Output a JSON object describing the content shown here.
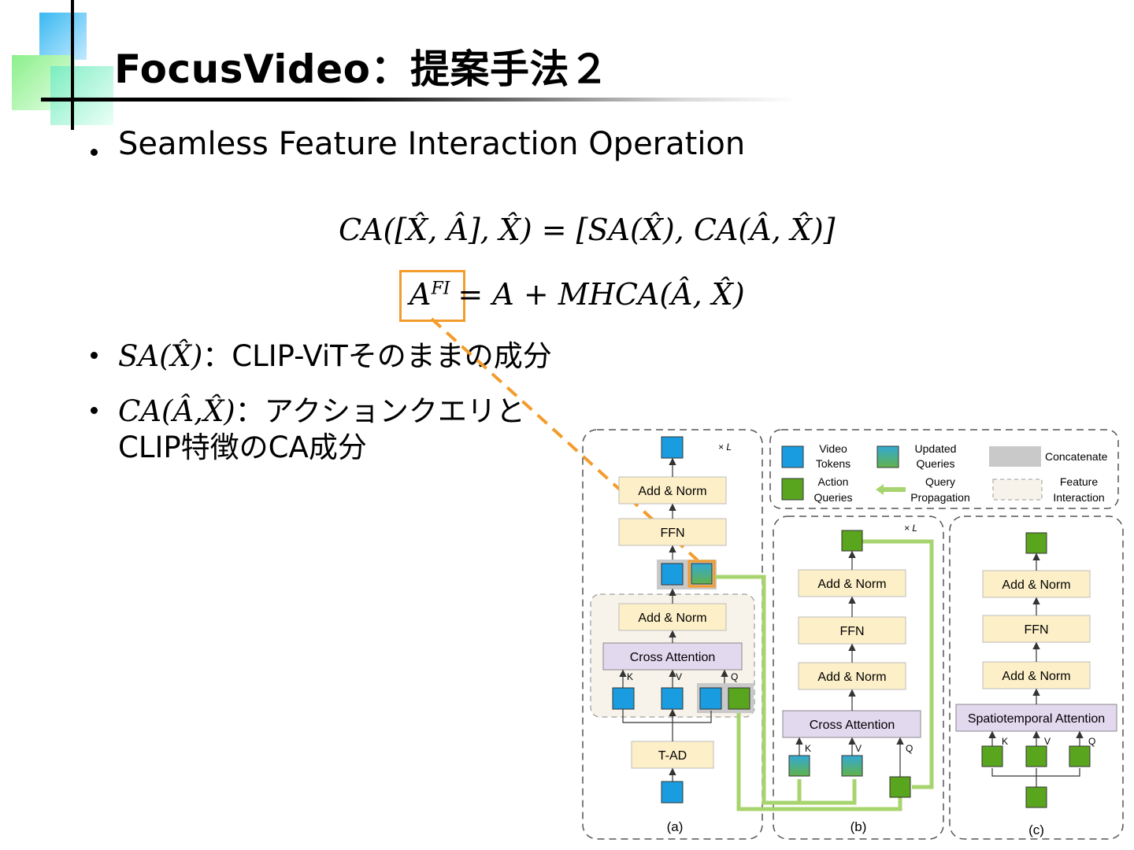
{
  "slide": {
    "title": "FocusVideo：提案手法２",
    "bullet1": "Seamless Feature Interaction Operation",
    "eq1": "CA([X̂, Â], X̂) = [SA(X̂), CA(Â, X̂)]",
    "eq2_lhs": "A",
    "eq2_sup": "FI",
    "eq2_rhs": "= A + MHCA(Â, X̂)",
    "bullet2_math": "SA(X̂)",
    "bullet2_text": "：CLIP-ViTそのままの成分",
    "bullet3_math": "CA(Â,X̂)",
    "bullet3_text": "：アクションクエリと",
    "bullet3_text2": "CLIP特徴のCA成分"
  },
  "diagram": {
    "legend": {
      "video_tokens": [
        "Video",
        "Tokens"
      ],
      "updated_queries": [
        "Updated",
        "Queries"
      ],
      "concatenate": "Concatenate",
      "action_queries": [
        "Action",
        "Queries"
      ],
      "query_propagation": [
        "Query",
        "Propagation"
      ],
      "feature_interaction": [
        "Feature",
        "Interaction"
      ]
    },
    "panel_a": {
      "repeat": "× L",
      "add_norm_top": "Add & Norm",
      "ffn": "FFN",
      "add_norm_mid": "Add & Norm",
      "cross_attention": "Cross Attention",
      "k": "K",
      "v": "V",
      "q": "Q",
      "t_ad": "T-AD",
      "caption": "(a)"
    },
    "panel_b": {
      "repeat": "× L",
      "add_norm_top": "Add & Norm",
      "ffn": "FFN",
      "add_norm_mid": "Add & Norm",
      "cross_attention": "Cross Attention",
      "k": "K",
      "v": "V",
      "q": "Q",
      "caption": "(b)"
    },
    "panel_c": {
      "add_norm_top": "Add & Norm",
      "ffn": "FFN",
      "add_norm_mid": "Add & Norm",
      "attention": "Spatiotemporal  Attention",
      "k": "K",
      "v": "V",
      "q": "Q",
      "caption": "(c)"
    },
    "colors": {
      "video_token": "#1a9de0",
      "action_query": "#5aa51e",
      "box_fill": "#fdf0c8",
      "attention_fill": "#e3d9ef",
      "highlight": "#f39c2c",
      "propagation": "#a8d46f"
    }
  }
}
